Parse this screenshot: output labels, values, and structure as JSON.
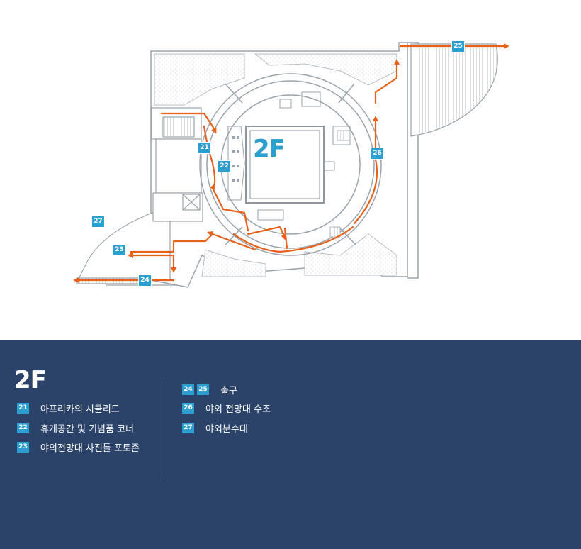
{
  "floor_label": "2F",
  "colors": {
    "route": "#e8611a",
    "badge": "#2a9fd0",
    "panel": "#2b4269",
    "plan_line": "#9aa3ab",
    "hatch": "#c9ced3"
  },
  "map_markers": [
    {
      "id": "21",
      "label": "21"
    },
    {
      "id": "22",
      "label": "22"
    },
    {
      "id": "23",
      "label": "23"
    },
    {
      "id": "24",
      "label": "24"
    },
    {
      "id": "25",
      "label": "25"
    },
    {
      "id": "26",
      "label": "26"
    },
    {
      "id": "27",
      "label": "27"
    }
  ],
  "legend": {
    "title": "2F",
    "left_column": [
      {
        "badges": [
          "21"
        ],
        "text": "아프리카의 시클리드"
      },
      {
        "badges": [
          "22"
        ],
        "text": "휴게공간 및 기념품 코너"
      },
      {
        "badges": [
          "23"
        ],
        "text": "야외전망대 사진틀 포토존"
      }
    ],
    "right_column": [
      {
        "badges": [
          "24",
          "25"
        ],
        "text": "출구"
      },
      {
        "badges": [
          "26"
        ],
        "text": "야외 전망대 수조"
      },
      {
        "badges": [
          "27"
        ],
        "text": "야외분수대"
      }
    ]
  }
}
